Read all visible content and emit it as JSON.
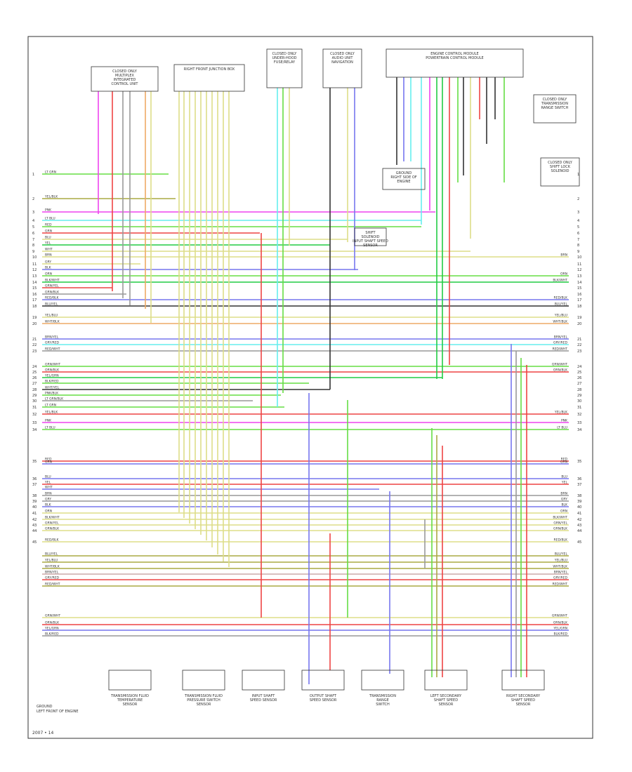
{
  "diagram": {
    "footer_code": "2007 • 14",
    "components": {
      "c1": [
        "CLOSED ONLY",
        "MULTIPLEX",
        "INTEGRATED",
        "CONTROL UNIT"
      ],
      "c2": [
        "RIGHT FRONT JUNCTION BOX"
      ],
      "c3": [
        "CLOSED ONLY",
        "UNDER-HOOD",
        "FUSE/RELAY"
      ],
      "c4": [
        "CLOSED ONLY",
        "AUDIO UNIT",
        "NAVIGATION"
      ],
      "c5": [
        "ENGINE CONTROL MODULE",
        "POWERTRAIN CONTROL MODULE"
      ],
      "c6": [
        "CLOSED ONLY",
        "TRANSMISSION",
        "RANGE SWITCH"
      ],
      "c7": [
        "CLOSED ONLY",
        "SHIFT LOCK",
        "SOLENOID"
      ],
      "c8": [
        "GROUND",
        "RIGHT SIDE OF",
        "ENGINE"
      ],
      "c9": [
        "SHIFT",
        "SOLENOID",
        "INPUT SHAFT SPEED",
        "SENSOR"
      ]
    },
    "bottom_components": [
      [
        "TRANSMISSION FLUID",
        "TEMPERATURE",
        "SENSOR"
      ],
      [
        "TRANSMISSION FLUID",
        "PRESSURE SWITCH",
        "SENSOR"
      ],
      [
        "INPUT SHAFT",
        "SPEED SENSOR"
      ],
      [
        "OUTPUT SHAFT",
        "SPEED SENSOR"
      ],
      [
        "TRANSMISSION",
        "RANGE",
        "SWITCH"
      ],
      [
        "LEFT SECONDARY",
        "SHAFT SPEED",
        "SENSOR"
      ],
      [
        "RIGHT SECONDARY",
        "SHAFT SPEED",
        "SENSOR"
      ]
    ],
    "left_caption": [
      "GROUND",
      "LEFT FRONT OF ENGINE"
    ],
    "pin_numbers": [
      "1",
      "2",
      "3",
      "4",
      "5",
      "6",
      "7",
      "8",
      "9",
      "10",
      "11",
      "12",
      "13",
      "14",
      "15",
      "16",
      "17",
      "18",
      "19",
      "20",
      "21",
      "22",
      "23",
      "24",
      "25",
      "26",
      "27",
      "28",
      "29",
      "30",
      "31",
      "32",
      "33",
      "34",
      "35",
      "36",
      "37",
      "38",
      "39",
      "40",
      "41",
      "42",
      "43",
      "44",
      "45"
    ],
    "wire_labels": [
      "LT GRN",
      "YEL/BLK",
      "PNK",
      "LT BLU",
      "RED",
      "GRN",
      "BLU",
      "YEL",
      "WHT",
      "BRN",
      "GRY",
      "BLK",
      "ORN",
      "BLK/WHT",
      "GRN/YEL",
      "GRN/BLK",
      "RED/BLK",
      "BLU/YEL",
      "YEL/BLU",
      "WHT/BLK",
      "BRN/YEL",
      "GRY/RED",
      "RED/WHT",
      "GRN/WHT",
      "ORN/BLK",
      "YEL/GRN",
      "BLK/RED",
      "WHT/YEL",
      "PNK/BLK",
      "LT GRN/BLK"
    ]
  }
}
